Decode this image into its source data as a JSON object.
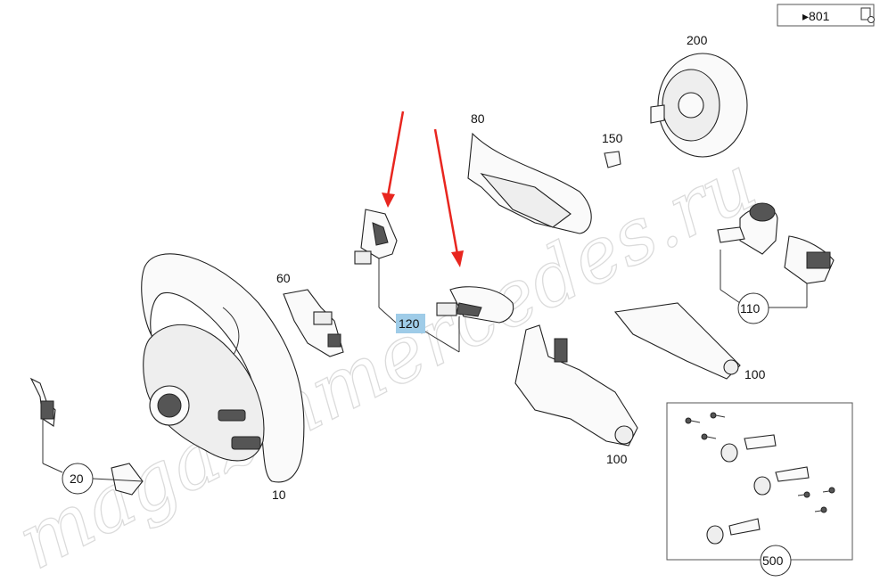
{
  "ref_box": {
    "label": "▸801",
    "icon": "page-settings-icon"
  },
  "callouts": {
    "c10": "10",
    "c20": "20",
    "c60": "60",
    "c80": "80",
    "c100a": "100",
    "c100b": "100",
    "c110": "110",
    "c120": "120",
    "c150": "150",
    "c200": "200",
    "c500": "500"
  },
  "highlight_color": "#9fcce8",
  "arrow_color": "#e8261f",
  "watermark": "magazinmercedes.ru"
}
